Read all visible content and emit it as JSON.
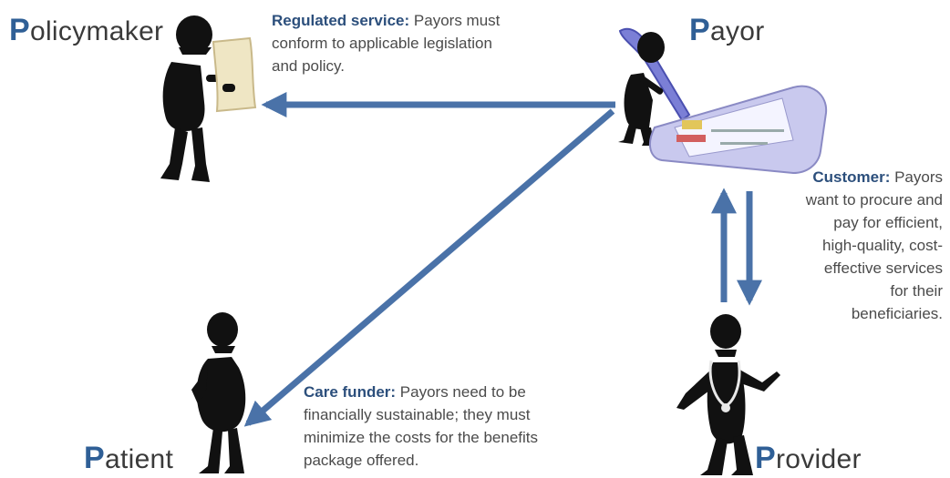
{
  "actors": {
    "policymaker": {
      "initial": "P",
      "rest": "olicymaker"
    },
    "payor": {
      "initial": "P",
      "rest": "ayor"
    },
    "patient": {
      "initial": "P",
      "rest": "atient"
    },
    "provider": {
      "initial": "P",
      "rest": "rovider"
    }
  },
  "notes": {
    "regulated": {
      "heading": "Regulated service:",
      "lines": [
        " Payors must",
        "conform to applicable legislation",
        "and policy."
      ]
    },
    "customer": {
      "heading": "Customer:",
      "lines": [
        " Payors",
        "want to procure and",
        "pay for efficient,",
        "high-quality, cost-",
        "effective services",
        "for their",
        "beneficiaries."
      ]
    },
    "care_funder": {
      "heading": "Care funder:",
      "lines": [
        " Payors need to be",
        "financially sustainable; they must",
        "minimize the costs for the benefits",
        "package offered."
      ]
    }
  },
  "colors": {
    "arrow": "#4a72a8",
    "initial": "#2f5f96",
    "figure": "#111111",
    "document": "#efe6c4",
    "pen": "#7b7fd6",
    "calendar": "#c9c9ee"
  },
  "icons": {
    "policymaker": "person-holding-document-icon",
    "payor": "person-with-pen-and-checklist-icon",
    "patient": "person-icon",
    "provider": "doctor-with-stethoscope-icon"
  }
}
